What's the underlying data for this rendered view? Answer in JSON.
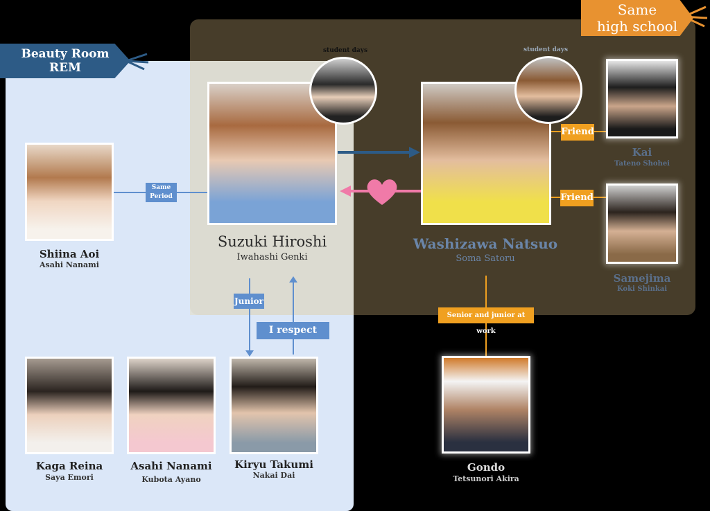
{
  "groups": {
    "rem_label": [
      "Beauty Room",
      "REM"
    ],
    "school_label": [
      "Same",
      "high school"
    ]
  },
  "captions": {
    "student_days_1": "student days",
    "student_days_2": "student days"
  },
  "people": {
    "suzuki": {
      "name": "Suzuki Hiroshi",
      "actor": "Iwahashi Genki"
    },
    "washizawa": {
      "name": "Washizawa Natsuo",
      "actor": "Soma Satoru"
    },
    "shiina": {
      "name": "Shiina Aoi",
      "actor": "Asahi Nanami"
    },
    "kai": {
      "name": "Kai",
      "actor": "Tateno Shohei"
    },
    "samejima": {
      "name": "Samejima",
      "actor": "Koki Shinkai"
    },
    "kaga": {
      "name": "Kaga Reina",
      "actor": "Saya Emori"
    },
    "asahi": {
      "name": "Asahi Nanami",
      "actor": "Kubota Ayano"
    },
    "kiryu": {
      "name": "Kiryu Takumi",
      "actor": "Nakai Dai"
    },
    "gondo": {
      "name": "Gondo",
      "actor": "Tetsunori Akira"
    }
  },
  "relations": {
    "same_period": [
      "Same",
      "Period"
    ],
    "junior": "Junior",
    "respect": "I respect",
    "friend_kai": "Friend",
    "friend_samejima": "Friend",
    "senior_junior": "Senior and junior at work"
  },
  "colors": {
    "rem_region": "#dbe7f8",
    "school_region": "#82704c",
    "rem_tag": "#2d5b86",
    "school_tag": "#e89230",
    "blue_line": "#5f8fce",
    "orange_line": "#f0a020",
    "heart": "#f07aa8"
  }
}
